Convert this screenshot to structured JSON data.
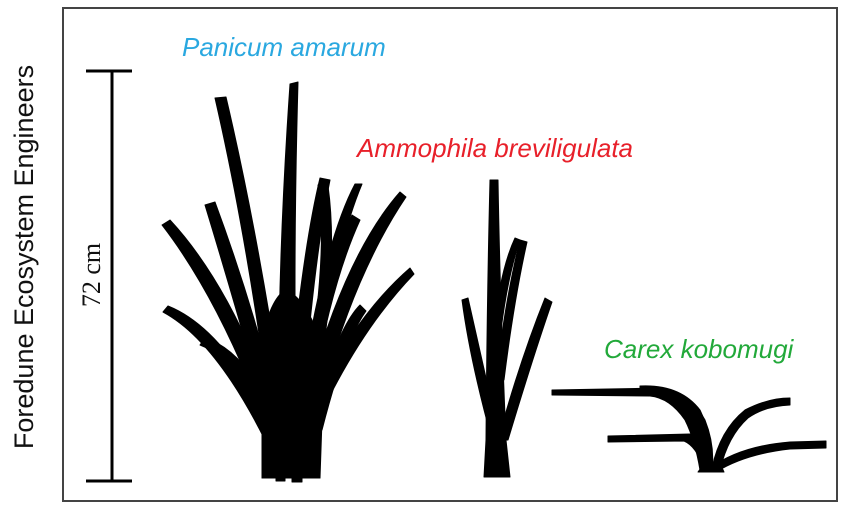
{
  "figure": {
    "side_label": "Foredune Ecosystem Engineers",
    "scale_bar_label": "72 cm",
    "species": [
      {
        "id": "panicum",
        "name": "Panicum amarum",
        "color": "#2aa8e0"
      },
      {
        "id": "ammophila",
        "name": "Ammophila breviligulata",
        "color": "#e8202a"
      },
      {
        "id": "carex",
        "name": "Carex kobomugi",
        "color": "#22a93a"
      }
    ],
    "silhouette_color": "#000000",
    "frame_color": "#444444"
  }
}
